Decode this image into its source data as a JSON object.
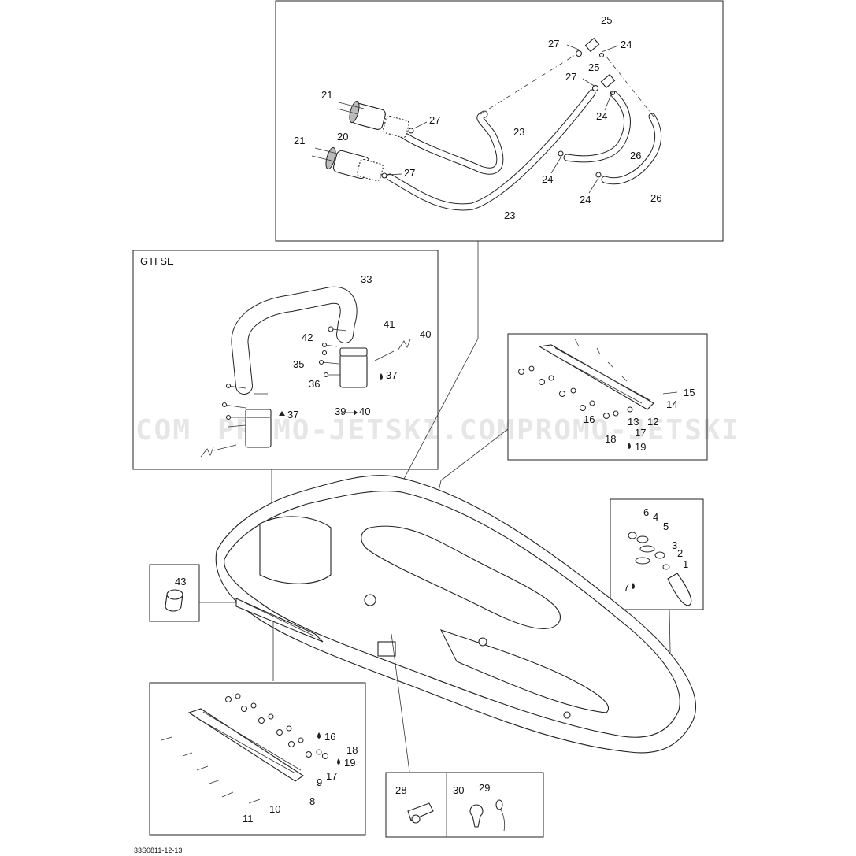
{
  "watermark": [
    "COM",
    "PROMO-JETSKI.COM",
    "PROMO-JETSKI"
  ],
  "drawing_code": "33S0811-12-13",
  "gti_se_label": "GTI SE",
  "labels": {
    "n1": "1",
    "n2": "2",
    "n3": "3",
    "n4": "4",
    "n5": "5",
    "n6": "6",
    "n7": "7",
    "n8": "8",
    "n9": "9",
    "n10": "10",
    "n11": "11",
    "n12": "12",
    "n13": "13",
    "n14": "14",
    "n15": "15",
    "n16": "16",
    "n17": "17",
    "n18": "18",
    "n19": "19",
    "n20": "20",
    "n21": "21",
    "n23": "23",
    "n24": "24",
    "n25": "25",
    "n26": "26",
    "n27": "27",
    "n28": "28",
    "n29": "29",
    "n30": "30",
    "n33": "33",
    "n35": "35",
    "n36": "36",
    "n37": "37",
    "n39_40": "39",
    "n40": "40",
    "n41": "41",
    "n42": "42",
    "n43": "43"
  },
  "colors": {
    "line": "#222222",
    "watermark": "#e6e6e6",
    "background": "#ffffff"
  }
}
